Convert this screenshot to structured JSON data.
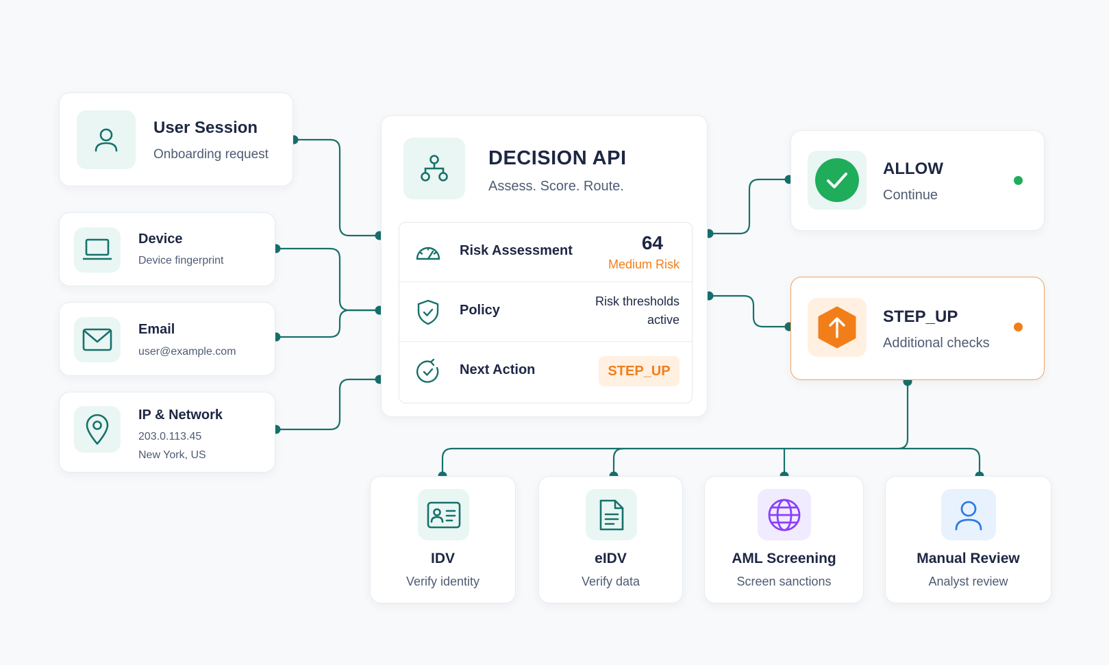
{
  "inputs": {
    "user_session": {
      "title": "User Session",
      "subtitle": "Onboarding request",
      "icon": "user-icon"
    },
    "device": {
      "title": "Device",
      "subtitle": "Device fingerprint",
      "icon": "laptop-icon"
    },
    "email": {
      "title": "Email",
      "subtitle": "user@example.com",
      "icon": "mail-icon"
    },
    "ip_network": {
      "title": "IP & Network",
      "ip": "203.0.113.45",
      "location": "New York, US",
      "icon": "map-pin-icon"
    }
  },
  "decision_api": {
    "title": "DECISION API",
    "subtitle": "Assess. Score. Route.",
    "icon": "flow-tree-icon",
    "risk": {
      "label": "Risk Assessment",
      "score": "64",
      "level": "Medium Risk",
      "icon": "gauge-icon"
    },
    "policy": {
      "label": "Policy",
      "status_line1": "Risk thresholds",
      "status_line2": "active",
      "icon": "shield-check-icon"
    },
    "next_action": {
      "label": "Next Action",
      "value": "STEP_UP",
      "icon": "refresh-check-icon"
    }
  },
  "outcomes": {
    "allow": {
      "title": "ALLOW",
      "subtitle": "Continue",
      "icon": "check-circle-icon",
      "status_color": "#1fad5b"
    },
    "step_up": {
      "title": "STEP_UP",
      "subtitle": "Additional checks",
      "icon": "arrow-up-hexagon-icon",
      "status_color": "#f27e1a"
    }
  },
  "checks": [
    {
      "title": "IDV",
      "subtitle": "Verify identity",
      "icon": "id-card-icon"
    },
    {
      "title": "eIDV",
      "subtitle": "Verify data",
      "icon": "document-icon"
    },
    {
      "title": "AML Screening",
      "subtitle": "Screen sanctions",
      "icon": "globe-icon"
    },
    {
      "title": "Manual Review",
      "subtitle": "Analyst review",
      "icon": "user-icon"
    }
  ],
  "colors": {
    "accent_teal": "#16706b",
    "allow_green": "#1fad5b",
    "step_up_orange": "#f27e1a",
    "aml_purple": "#8a3ffc",
    "review_blue": "#2d7be5"
  }
}
